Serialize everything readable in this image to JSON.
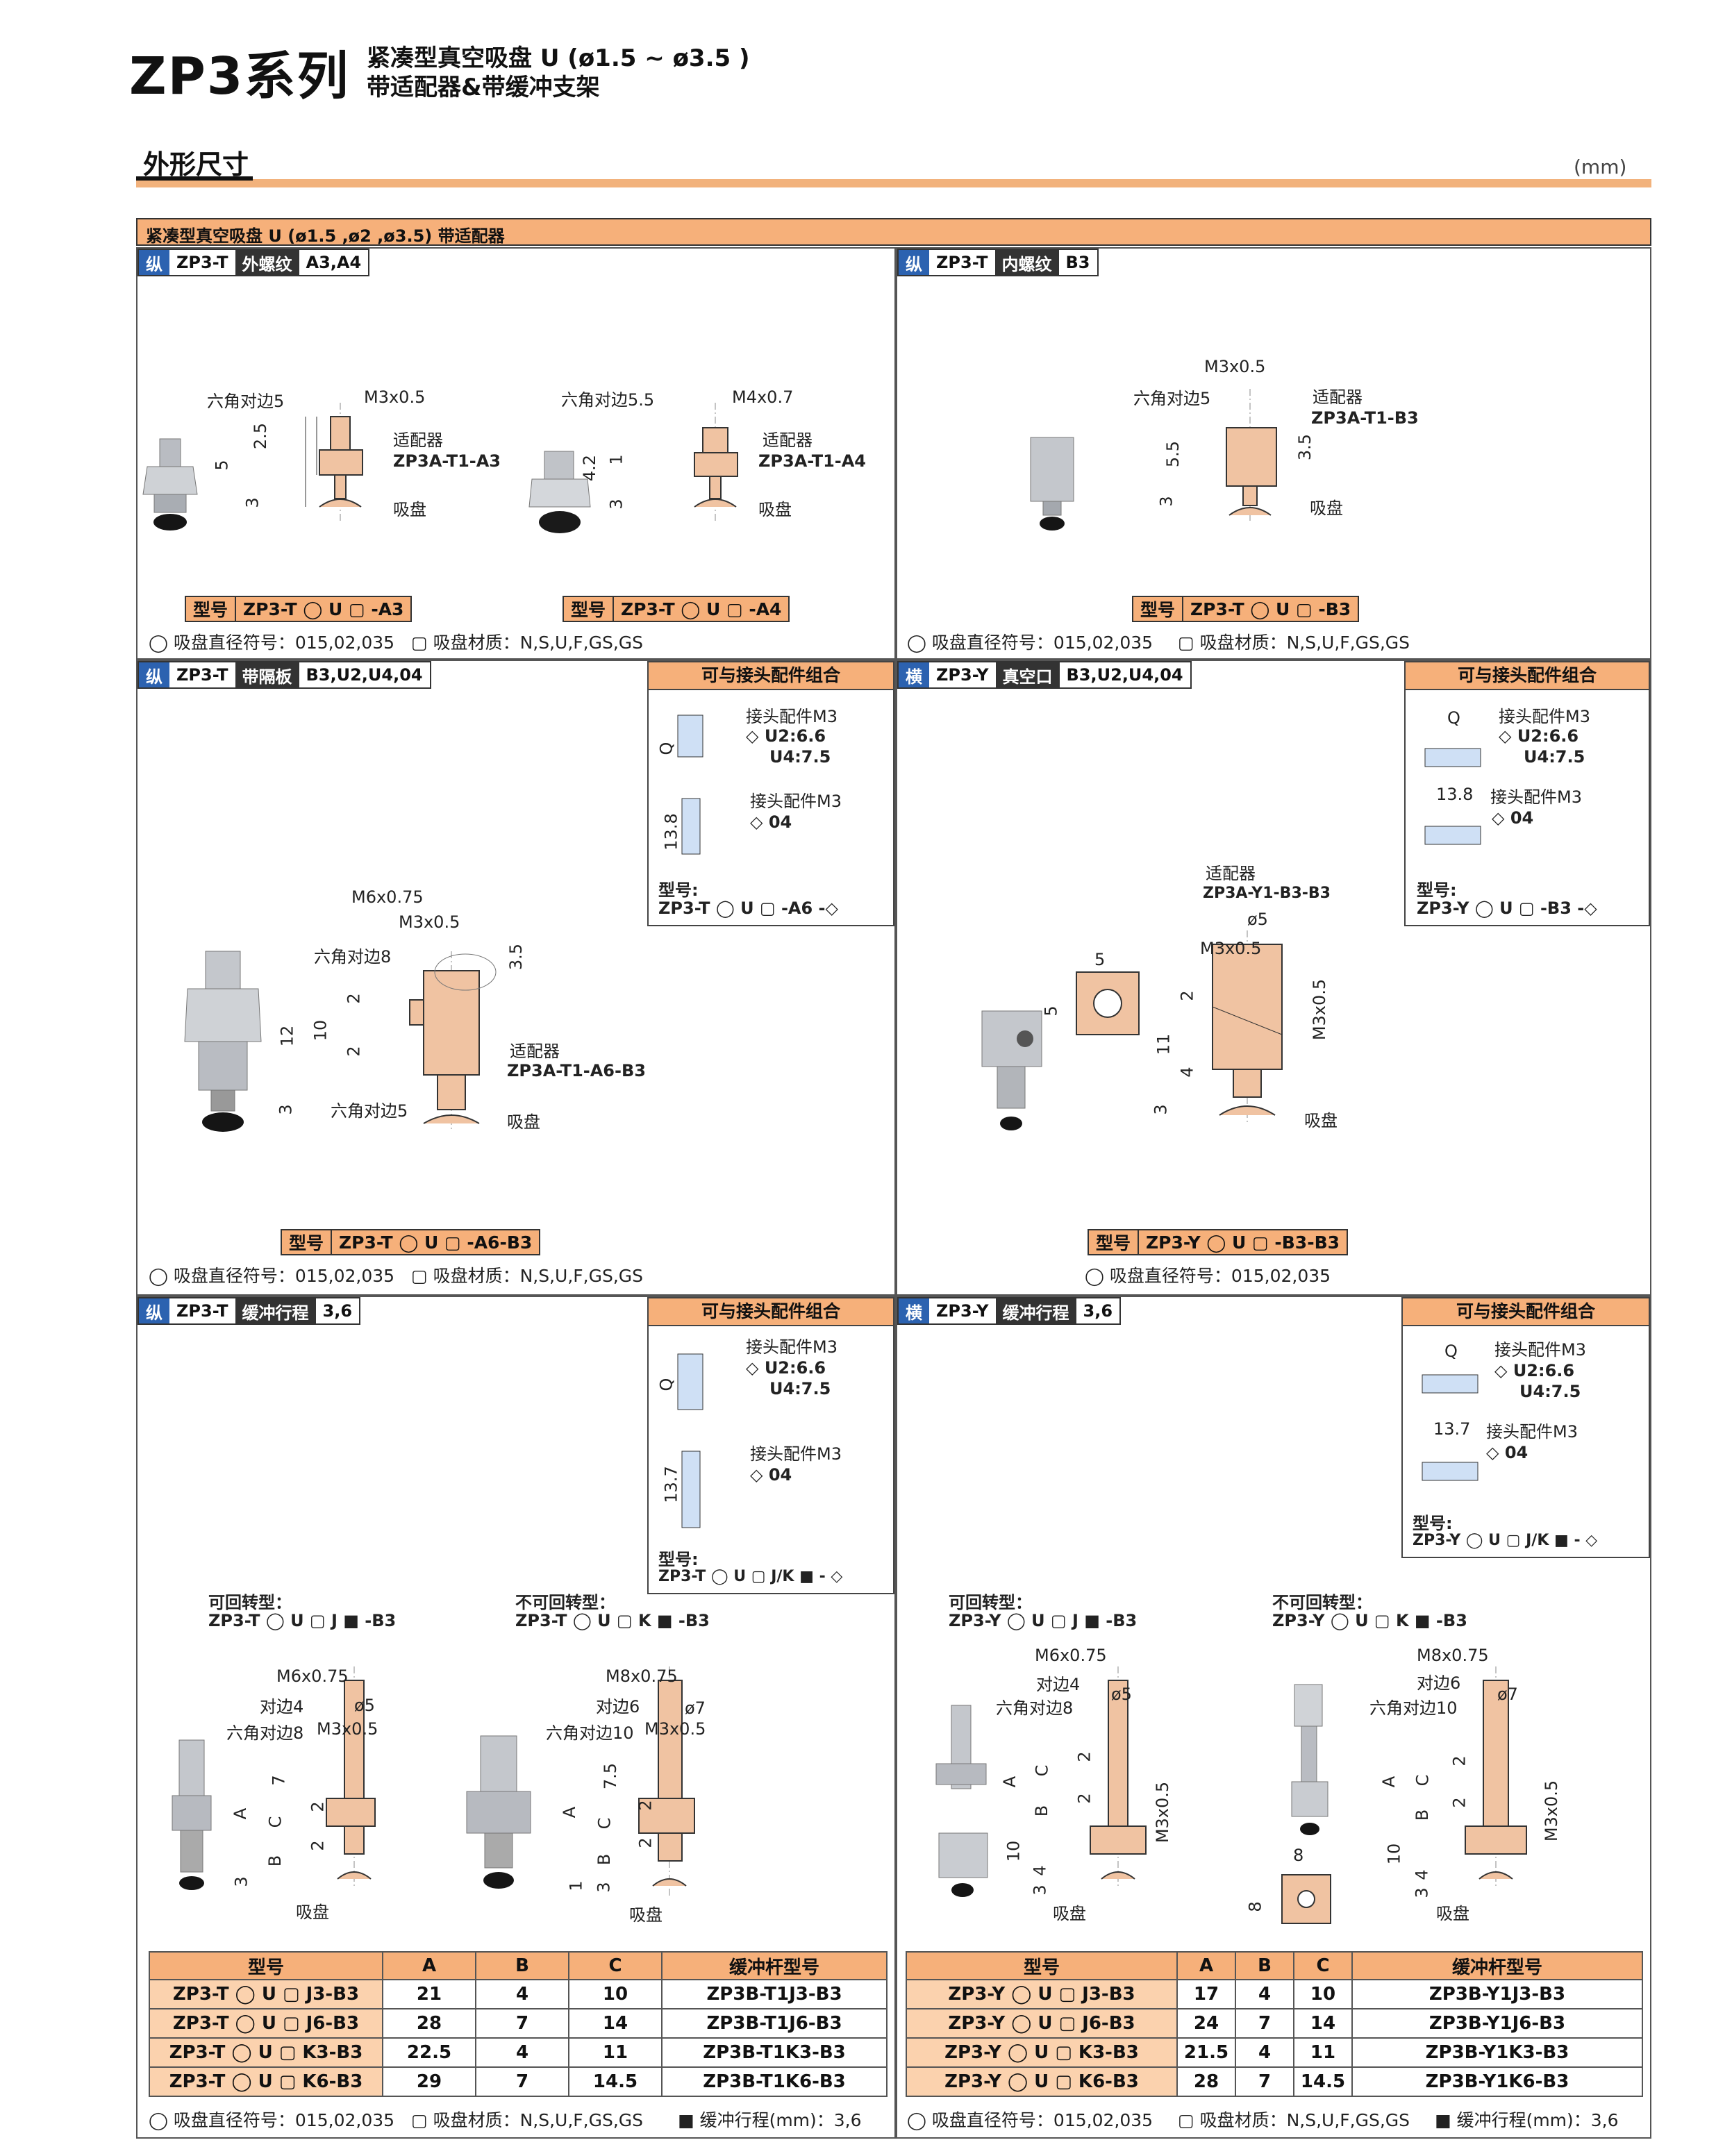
{
  "header": {
    "series": "ZP3系列",
    "subtitle1": "紧凑型真空吸盘 U (ø1.5 ~ ø3.5 )",
    "subtitle2": "带适配器&带缓冲支架",
    "section": "外形尺寸",
    "unit": "(mm)",
    "main_bar": "紧凑型真空吸盘 U (ø1.5 ,ø2 ,ø3.5) 带适配器"
  },
  "colors": {
    "accent": "#f6b07a",
    "tag_blue": "#2c62b0",
    "dark": "#333333",
    "part": "#f0c3a2"
  },
  "panel1": {
    "tag": [
      "纵",
      "ZP3-T",
      "外螺纹",
      "A3,A4"
    ],
    "a3": {
      "hex": "六角对边5",
      "thread": "M3x0.5",
      "adapter": "适配器",
      "adapter_no": "ZP3A-T1-A3",
      "pad": "吸盘",
      "d1": "5",
      "d2": "2.5",
      "d3": "3",
      "model_label": "型号",
      "model": "ZP3-T ◯ U ▢ -A3"
    },
    "a4": {
      "hex": "六角对边5.5",
      "thread": "M4x0.7",
      "adapter": "适配器",
      "adapter_no": "ZP3A-T1-A4",
      "pad": "吸盘",
      "d1": "4.2",
      "d2": "1",
      "d3": "3",
      "model_label": "型号",
      "model": "ZP3-T ◯ U ▢ -A4"
    },
    "note1": "◯ 吸盘直径符号：015,02,035",
    "note2": "▢ 吸盘材质：N,S,U,F,GS,GS"
  },
  "panel2": {
    "tag": [
      "纵",
      "ZP3-T",
      "内螺纹",
      "B3"
    ],
    "thread": "M3x0.5",
    "hex": "六角对边5",
    "adapter": "适配器",
    "adapter_no": "ZP3A-T1-B3",
    "pad": "吸盘",
    "d1": "5.5",
    "d2": "3.5",
    "d3": "3",
    "model_label": "型号",
    "model": "ZP3-T ◯ U ▢ -B3",
    "note1": "◯ 吸盘直径符号：015,02,035",
    "note2": "▢ 吸盘材质：N,S,U,F,GS,GS"
  },
  "panel3": {
    "tag": [
      "纵",
      "ZP3-T",
      "带隔板",
      "B3,U2,U4,04"
    ],
    "combo": {
      "title": "可与接头配件组合",
      "c1": "接头配件M3",
      "c1a": "◇ U2:6.6",
      "c1b": "U4:7.5",
      "q": "Q",
      "c2": "接头配件M3",
      "c2a": "◇ 04",
      "c2d": "13.8",
      "model_label": "型号:",
      "model": "ZP3-T ◯ U ▢ -A6 -◇"
    },
    "thread1": "M6x0.75",
    "thread2": "M3x0.5",
    "hex8": "六角对边8",
    "hex5": "六角对边5",
    "adapter": "适配器",
    "adapter_no": "ZP3A-T1-A6-B3",
    "pad": "吸盘",
    "d12": "12",
    "d10": "10",
    "d2a": "2",
    "d2b": "2",
    "d3": "3",
    "d35": "3.5",
    "model_label": "型号",
    "model": "ZP3-T ◯ U ▢ -A6-B3",
    "note1": "◯ 吸盘直径符号：015,02,035",
    "note2": "▢ 吸盘材质：N,S,U,F,GS,GS"
  },
  "panel4": {
    "tag": [
      "横",
      "ZP3-Y",
      "真空口",
      "B3,U2,U4,04"
    ],
    "combo": {
      "title": "可与接头配件组合",
      "c1": "接头配件M3",
      "c1a": "◇ U2:6.6",
      "c1b": "U4:7.5",
      "q": "Q",
      "c2": "接头配件M3",
      "c2a": "◇ 04",
      "c2d": "13.8",
      "model_label": "型号:",
      "model": "ZP3-Y ◯ U ▢ -B3 -◇"
    },
    "adapter": "适配器",
    "adapter_no": "ZP3A-Y1-B3-B3",
    "phi": "ø5",
    "thread": "M3x0.5",
    "thread_v": "M3x0.5",
    "pad": "吸盘",
    "d5a": "5",
    "d5b": "5",
    "d2": "2",
    "d11": "11",
    "d4": "4",
    "d3": "3",
    "model_label": "型号",
    "model": "ZP3-Y ◯ U ▢ -B3-B3",
    "note1": "◯ 吸盘直径符号：015,02,035"
  },
  "panel5": {
    "tag": [
      "纵",
      "ZP3-T",
      "缓冲行程",
      "3,6"
    ],
    "combo": {
      "title": "可与接头配件组合",
      "c1": "接头配件M3",
      "c1a": "◇ U2:6.6",
      "c1b": "U4:7.5",
      "q": "Q",
      "c2": "接头配件M3",
      "c2a": "◇ 04",
      "c2d": "13.7",
      "model_label": "型号:",
      "model": "ZP3-T ◯ U ▢ J/K ■ - ◇"
    },
    "rot_label": "可回转型：",
    "rot_model": "ZP3-T ◯ U ▢ J ■ -B3",
    "nrot_label": "不可回转型：",
    "nrot_model": "ZP3-T ◯ U ▢ K ■ -B3",
    "l": {
      "thread": "M6x0.75",
      "w": "对边4",
      "hex": "六角对边8",
      "t2": "M3x0.5",
      "phi": "ø5",
      "a": "A",
      "b": "B",
      "c": "C",
      "d7": "7",
      "d2a": "2",
      "d2b": "2",
      "d3": "3",
      "pad": "吸盘"
    },
    "r": {
      "thread": "M8x0.75",
      "w": "对边6",
      "hex": "六角对边10",
      "t2": "M3x0.5",
      "phi": "ø7",
      "a": "A",
      "b": "B",
      "c": "C",
      "d75": "7.5",
      "d2a": "2",
      "d2b": "2",
      "d1": "1",
      "d3": "3",
      "pad": "吸盘"
    },
    "table": {
      "headers": [
        "型号",
        "A",
        "B",
        "C",
        "缓冲杆型号"
      ],
      "rows": [
        [
          "ZP3-T ◯ U ▢ J3-B3",
          "21",
          "4",
          "10",
          "ZP3B-T1J3-B3"
        ],
        [
          "ZP3-T ◯ U ▢ J6-B3",
          "28",
          "7",
          "14",
          "ZP3B-T1J6-B3"
        ],
        [
          "ZP3-T ◯ U ▢ K3-B3",
          "22.5",
          "4",
          "11",
          "ZP3B-T1K3-B3"
        ],
        [
          "ZP3-T ◯ U ▢ K6-B3",
          "29",
          "7",
          "14.5",
          "ZP3B-T1K6-B3"
        ]
      ]
    }
  },
  "panel6": {
    "tag": [
      "横",
      "ZP3-Y",
      "缓冲行程",
      "3,6"
    ],
    "combo": {
      "title": "可与接头配件组合",
      "c1": "接头配件M3",
      "c1a": "◇ U2:6.6",
      "c1b": "U4:7.5",
      "q": "Q",
      "c2": "接头配件M3",
      "c2a": "◇ 04",
      "c2d": "13.7",
      "model_label": "型号:",
      "model": "ZP3-Y ◯ U ▢ J/K ■ - ◇"
    },
    "rot_label": "可回转型：",
    "rot_model": "ZP3-Y ◯ U ▢ J ■ -B3",
    "nrot_label": "不可回转型：",
    "nrot_model": "ZP3-Y ◯ U ▢ K ■ -B3",
    "l": {
      "thread": "M6x0.75",
      "w": "对边4",
      "hex": "六角对边8",
      "phi": "ø5",
      "mv": "M3x0.5",
      "a": "A",
      "b": "B",
      "c": "C",
      "d2a": "2",
      "d2b": "2",
      "d10": "10",
      "d4": "4",
      "d3": "3",
      "pad": "吸盘"
    },
    "r": {
      "thread": "M8x0.75",
      "w": "对边6",
      "hex": "六角对边10",
      "phi": "ø7",
      "mv": "M3x0.5",
      "a": "A",
      "b": "B",
      "c": "C",
      "d2a": "2",
      "d2b": "2",
      "d10": "10",
      "d4": "4",
      "d3": "3",
      "d8a": "8",
      "d8b": "8",
      "pad": "吸盘"
    },
    "table": {
      "headers": [
        "型号",
        "A",
        "B",
        "C",
        "缓冲杆型号"
      ],
      "rows": [
        [
          "ZP3-Y ◯ U ▢ J3-B3",
          "17",
          "4",
          "10",
          "ZP3B-Y1J3-B3"
        ],
        [
          "ZP3-Y ◯ U ▢ J6-B3",
          "24",
          "7",
          "14",
          "ZP3B-Y1J6-B3"
        ],
        [
          "ZP3-Y ◯ U ▢ K3-B3",
          "21.5",
          "4",
          "11",
          "ZP3B-Y1K3-B3"
        ],
        [
          "ZP3-Y ◯ U ▢ K6-B3",
          "28",
          "7",
          "14.5",
          "ZP3B-Y1K6-B3"
        ]
      ]
    }
  },
  "footer": {
    "note1": "◯ 吸盘直径符号：015,02,035",
    "note2": "▢ 吸盘材质：N,S,U,F,GS,GS",
    "note3": "■ 缓冲行程(mm)：3,6"
  }
}
